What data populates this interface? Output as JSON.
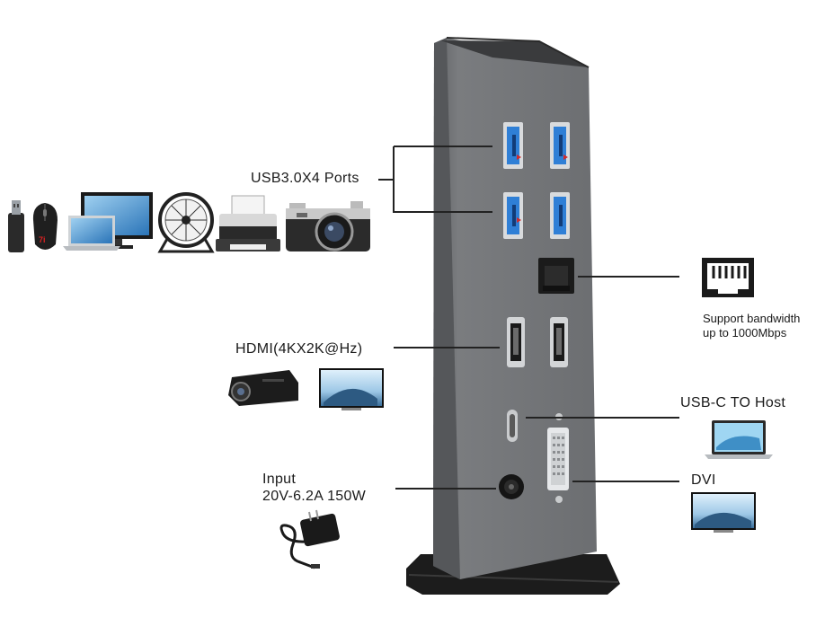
{
  "labels": {
    "usb": "USB3.0X4 Ports",
    "hdmi": "HDMI(4KX2K@Hz)",
    "usbc": "USB-C TO Host",
    "dvi": "DVI",
    "input_line1": "Input",
    "input_line2": "20V-6.2A 150W",
    "ethernet_line1": "Support bandwidth",
    "ethernet_line2": "up to 1000Mbps"
  },
  "usb_logo_text": "7i",
  "colors": {
    "dock_body": "#6f7174",
    "dock_edge": "#5d5f62",
    "usb_port": "#2f7fd6",
    "callout_line": "#222222"
  }
}
